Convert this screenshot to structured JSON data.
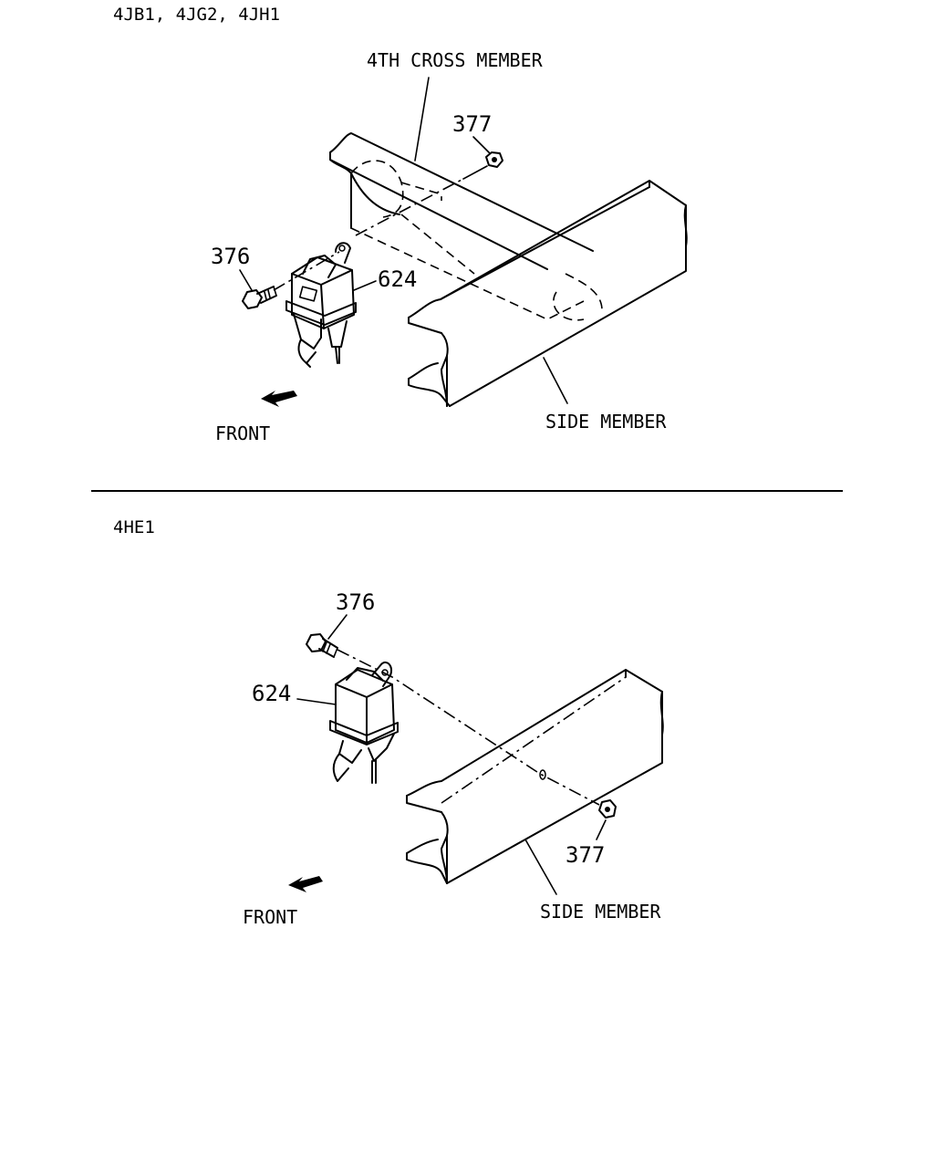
{
  "top_panel": {
    "engine_codes": "4JB1, 4JG2, 4JH1",
    "labels": {
      "cross_member": "4TH CROSS MEMBER",
      "nut": "377",
      "bolt": "376",
      "part": "624",
      "front": "FRONT",
      "side_member": "SIDE MEMBER"
    }
  },
  "bottom_panel": {
    "engine_codes": "4HE1",
    "labels": {
      "bolt": "376",
      "part": "624",
      "nut": "377",
      "front": "FRONT",
      "side_member": "SIDE MEMBER"
    }
  }
}
